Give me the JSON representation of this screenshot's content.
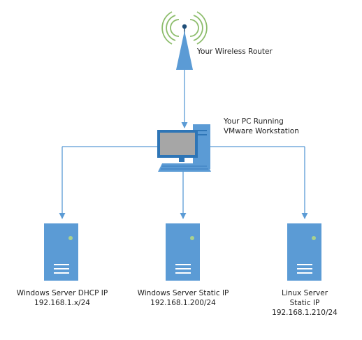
{
  "colors": {
    "line": "#5b9bd5",
    "device_fill": "#5b9bd5",
    "device_dark": "#2e75b6",
    "wifi_signal": "#70ad47",
    "antenna_dot": "#1f4e79",
    "server_led": "#a9d18e",
    "screen": "#a6a6a6",
    "text": "#222222"
  },
  "router": {
    "icon": "wireless-router-icon",
    "label": "Your Wireless Router"
  },
  "pc": {
    "icon": "desktop-pc-icon",
    "label_line1": "Your PC Running",
    "label_line2": "VMware Workstation"
  },
  "servers": [
    {
      "icon": "server-icon",
      "line1": "Windows Server DHCP IP",
      "line2": "192.168.1.x/24",
      "line3": ""
    },
    {
      "icon": "server-icon",
      "line1": "Windows Server Static IP",
      "line2": "192.168.1.200/24",
      "line3": ""
    },
    {
      "icon": "server-icon",
      "line1": "Linux Server",
      "line2": "Static IP",
      "line3": "192.168.1.210/24"
    }
  ]
}
